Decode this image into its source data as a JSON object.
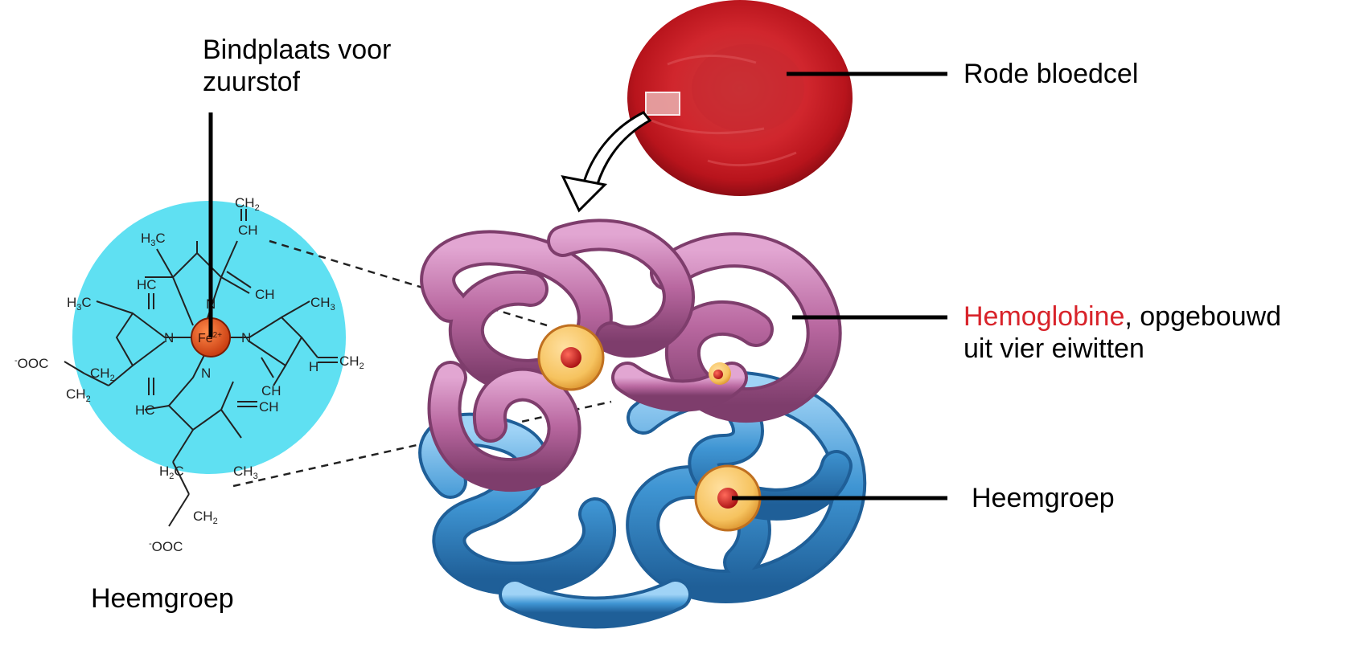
{
  "labels": {
    "binding_site_line1": "Bindplaats voor",
    "binding_site_line2": "zuurstof",
    "heme_group_left": "Heemgroep",
    "red_blood_cell": "Rode bloedcel",
    "hemoglobin_name": "Hemoglobine",
    "hemoglobin_rest_line1": ", opgebouwd",
    "hemoglobin_line2": "uit vier eiwitten",
    "heme_group_right": "Heemgroep"
  },
  "molecule": {
    "iron": "Fe",
    "iron_charge": "2+",
    "atoms": {
      "ch2_top": "CH",
      "ch_top": "CH",
      "h3c_top_left": "H",
      "hc_left_upper": "HC",
      "ch_right_upper": "CH",
      "h3c_left": "H",
      "ch3_right": "CH",
      "n_left": "N",
      "n_right": "N",
      "n_top": "N",
      "n_bottom": "N",
      "ooc_left": "OOC",
      "ch2_left": "CH",
      "ch2_left_2": "CH",
      "ch_eq_ch2_right": "CH",
      "ch_right_lower": "CH",
      "h_right": "H",
      "hc_left_lower": "HC",
      "ch_right_bottom": "CH",
      "h2c_bottom": "H",
      "ch3_bottom": "CH",
      "ch2_bottom": "CH",
      "ooc_bottom": "OOC"
    }
  },
  "colors": {
    "heme_disc": "#5fe0f2",
    "iron": "#e2531c",
    "rbc": "#c8242d",
    "protein_purple": "#b8679f",
    "protein_blue": "#3f95d3",
    "heme_ring": "#f6c35f",
    "heme_center": "#d01e1e",
    "accent_label": "#d8232a"
  }
}
